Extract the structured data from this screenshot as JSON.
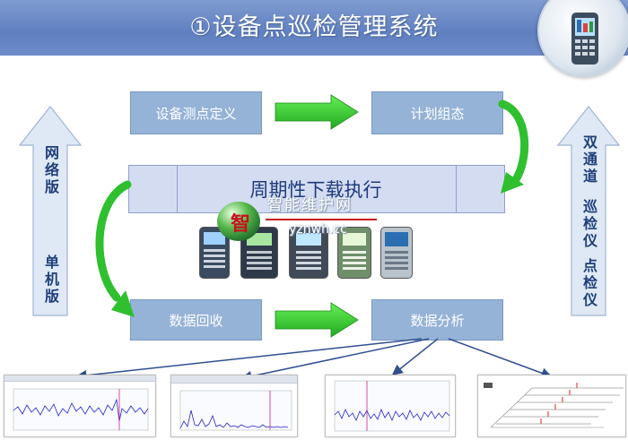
{
  "title": "①设备点巡检管理系统",
  "nodes": {
    "define": "设备测点定义",
    "plan": "计划组态",
    "execute": "周期性下载执行",
    "collect": "数据回收",
    "analyze": "数据分析"
  },
  "left_arrow": {
    "top": "网络版",
    "bottom": "单机版"
  },
  "right_arrow": {
    "top": "双通道",
    "mid": "巡检仪",
    "bottom": "点检仪"
  },
  "watermark": {
    "logo_char": "智",
    "text": "智能维护网",
    "url": "yznwh.cc"
  },
  "colors": {
    "box_fill": "#95b3d7",
    "green_arrow": "#33cc33",
    "title_bar": "#6f8cc8",
    "pale_arrow": "#dfe9f5",
    "connector": "#2f4f8f"
  }
}
